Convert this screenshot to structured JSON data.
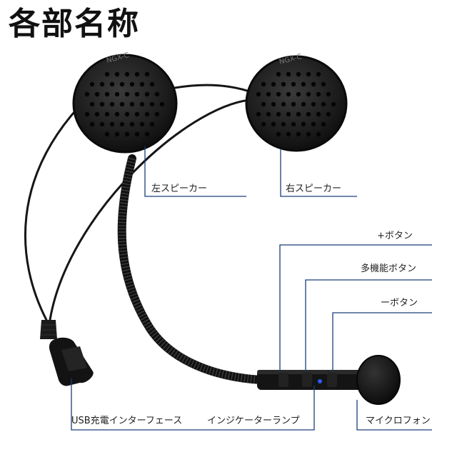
{
  "page": {
    "title": "各部名称"
  },
  "speakers": {
    "brand": "NGX-C",
    "left_label": "左スピーカー",
    "right_label": "右スピーカー"
  },
  "controls": {
    "plus_button": "+ボタン",
    "multi_button": "多機能ボタン",
    "minus_button": "ーボタン"
  },
  "bottom_labels": {
    "usb": "USB充電インターフェース",
    "indicator": "インジケーターランプ",
    "microphone": "マイクロフォン"
  },
  "colors": {
    "callout_line": "#1a3d7a",
    "device_body": "#141414",
    "indicator_led": "#2a5cff"
  }
}
